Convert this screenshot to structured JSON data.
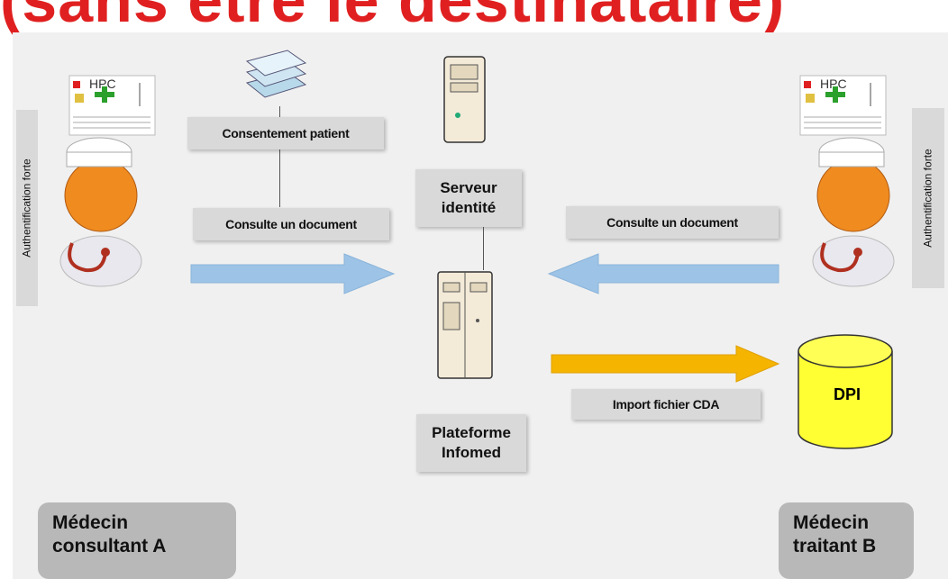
{
  "title": "(sans être le destinataire)",
  "labels": {
    "consentement": "Consentement patient",
    "consulte_left": "Consulte un document",
    "consulte_right": "Consulte un document",
    "serveur_line1": "Serveur",
    "serveur_line2": "identité",
    "plateforme_line1": "Plateforme",
    "plateforme_line2": "Infomed",
    "import": "Import fichier CDA",
    "dpi": "DPI",
    "auth_left": "Authentification forte",
    "auth_right": "Authentification forte",
    "hpc_left": "HPC",
    "hpc_right": "HPC",
    "medecin_a_line1": "Médecin",
    "medecin_a_line2": "consultant A",
    "medecin_b_line1": "Médecin",
    "medecin_b_line2": "traitant B"
  },
  "colors": {
    "title": "#e02020",
    "arrow_blue": "#9dc3e6",
    "arrow_orange": "#f5b400",
    "dpi_fill": "#ffff33"
  }
}
